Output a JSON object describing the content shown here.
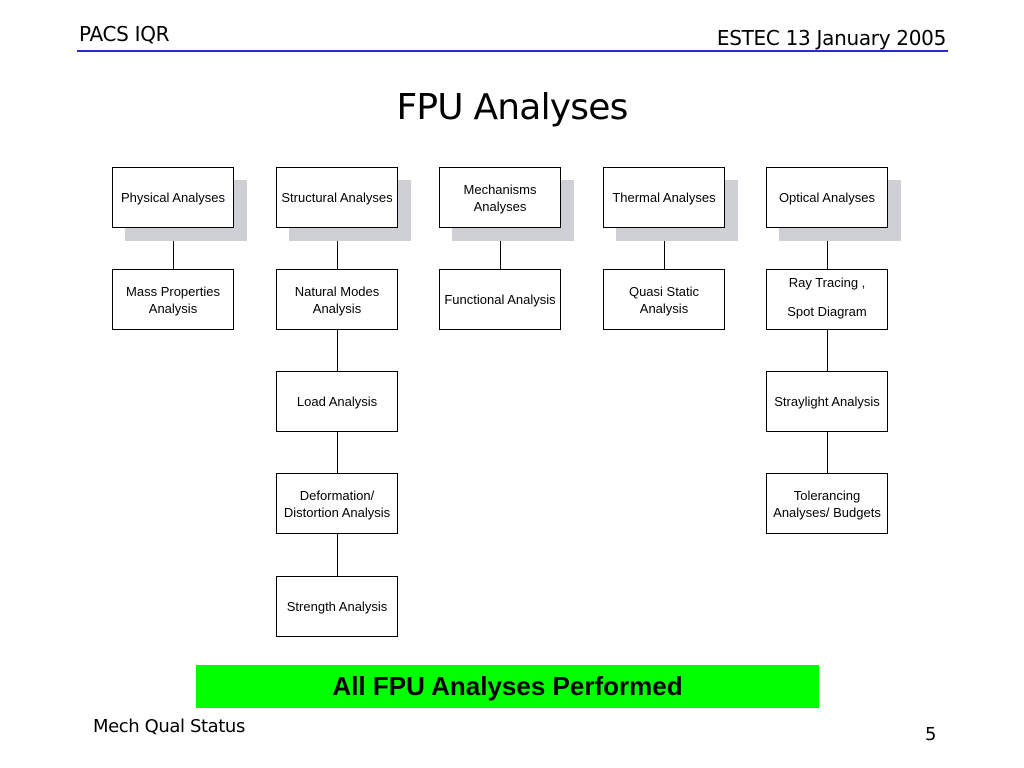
{
  "header": {
    "left": "PACS IQR",
    "right": "ESTEC 13 January 2005"
  },
  "title": "FPU Analyses",
  "columns": [
    {
      "top": "Physical Analyses",
      "children": [
        "Mass Properties Analysis"
      ]
    },
    {
      "top": "Structural Analyses",
      "children": [
        "Natural Modes Analysis",
        "Load Analysis",
        "Deformation/ Distortion Analysis",
        "Strength Analysis"
      ]
    },
    {
      "top": "Mechanisms Analyses",
      "children": [
        "Functional Analysis"
      ]
    },
    {
      "top": "Thermal Analyses",
      "children": [
        "Quasi Static Analysis"
      ]
    },
    {
      "top": "Optical Analyses",
      "children": [
        "Ray Tracing , Spot Diagram",
        "Straylight Analysis",
        "Tolerancing Analyses/ Budgets"
      ]
    }
  ],
  "ray_tracing": {
    "line1": "Ray Tracing ,",
    "line2": "Spot Diagram"
  },
  "banner": "All FPU Analyses Performed",
  "banner_color": "#00ff00",
  "header_rule_color": "#2b2bc9",
  "footer": {
    "left": "Mech Qual Status",
    "page": "5"
  }
}
